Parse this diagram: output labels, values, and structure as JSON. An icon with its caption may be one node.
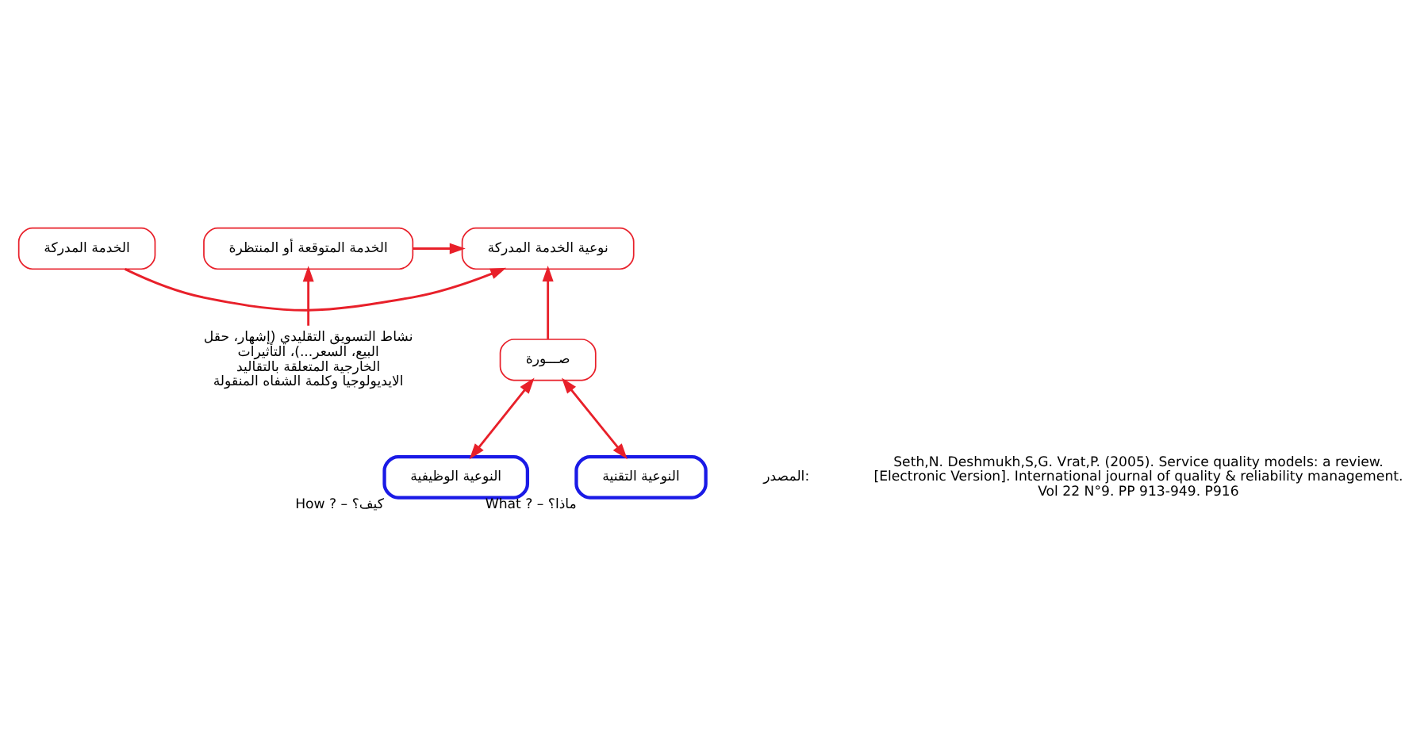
{
  "diagram": {
    "nodes": [
      {
        "text": [
          "الخدمة المدركة"
        ]
      },
      {
        "text": [
          "نوعية الخدمة المدركة"
        ]
      },
      {
        "text": [
          "الخدمة المتوقعة أو المنتظرة"
        ]
      },
      {
        "text": [
          "نشاط التسويق التقليدي (إشهار، حقل البيع، السعر...)، التأثيرات الخارجية المتعلقة بالتقاليد الايديولوجيا وكلمة الشفاه المنقولة"
        ]
      },
      {
        "text": [
          "صـــورة"
        ]
      },
      {
        "text": [
          "النوعية الوظيفية"
        ],
        "beside": [
          "How ? – كيف؟"
        ]
      },
      {
        "text": [
          "النوعية التقنية"
        ],
        "beside": [
          "What ? – ماذا؟"
        ]
      }
    ],
    "edges": [
      {
        "from": 0,
        "to": 1,
        "arrow": "to"
      },
      {
        "from": 2,
        "to": 1,
        "arrow": "to"
      },
      {
        "from": 3,
        "to": 2,
        "arrow": "to"
      },
      {
        "from": 4,
        "to": 1,
        "arrow": "to"
      },
      {
        "from": 5,
        "to": 4,
        "arrow": "both"
      },
      {
        "from": 6,
        "to": 4,
        "arrow": "both"
      }
    ],
    "labels": [
      "المصدر:",
      "Seth,N. Deshmukh,S,G. Vrat,P. (2005). Service quality models: a review. [Electronic Version]. International journal of quality & reliability management. Vol 22 N°9. PP 913-949. P916"
    ]
  }
}
